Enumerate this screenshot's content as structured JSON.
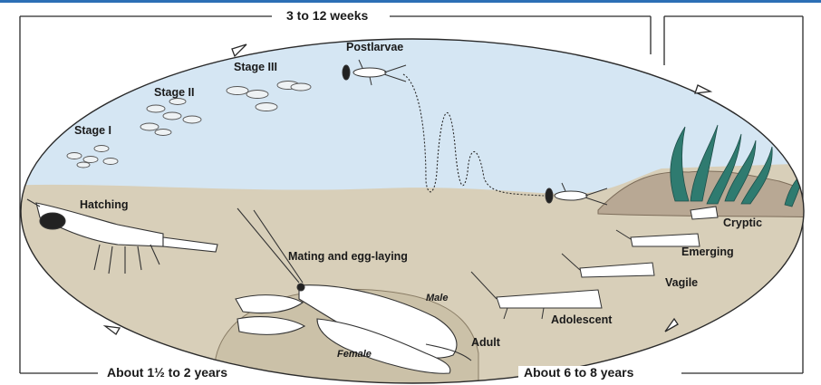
{
  "timeline": {
    "top": "3 to 12 weeks",
    "bottom_left": "About 1½ to 2 years",
    "bottom_right": "About 6 to 8 years"
  },
  "stages": {
    "stage1": "Stage I",
    "stage2": "Stage II",
    "stage3": "Stage III",
    "postlarvae": "Postlarvae",
    "hatching": "Hatching",
    "mating": "Mating and egg-laying",
    "male": "Male",
    "female": "Female",
    "adult": "Adult",
    "adolescent": "Adolescent",
    "vagile": "Vagile",
    "emerging": "Emerging",
    "cryptic": "Cryptic"
  },
  "colors": {
    "water": "#d5e6f3",
    "sediment": "#d8cfb9",
    "rock": "#b8a894",
    "weed": "#2f7b70",
    "line": "#2a2a2a",
    "background": "#ffffff"
  }
}
